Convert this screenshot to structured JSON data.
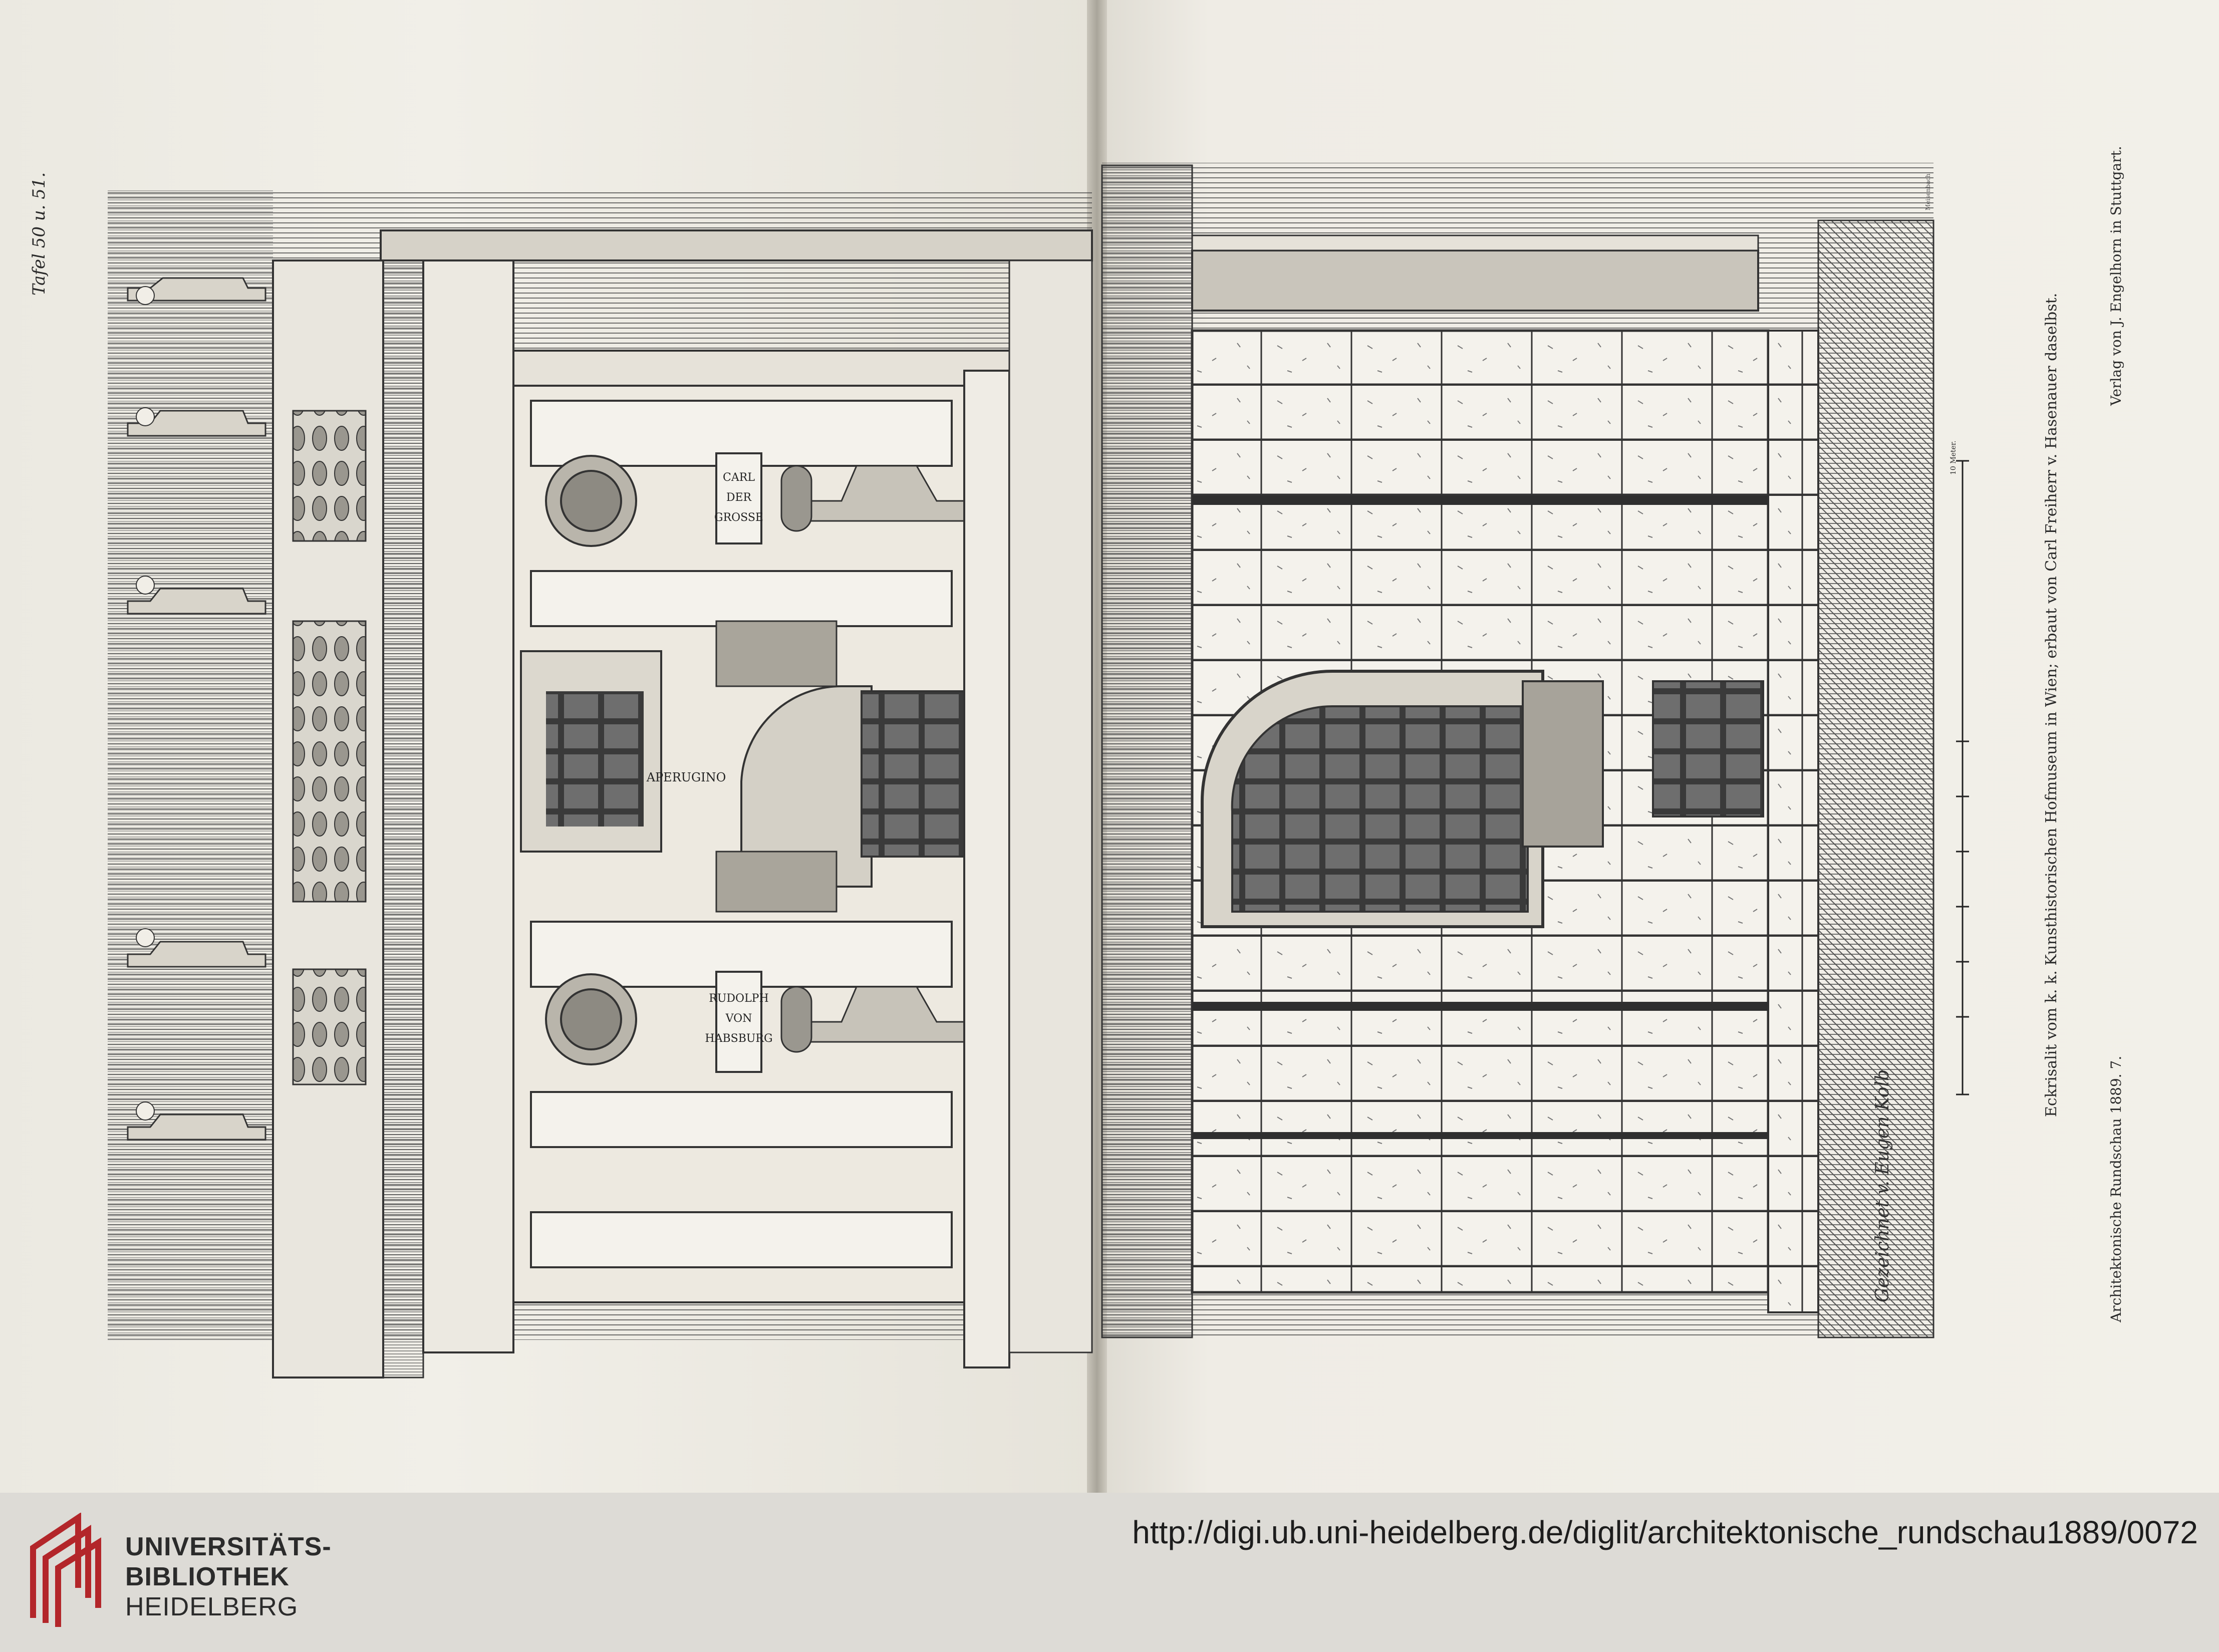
{
  "plate": {
    "tafel": "Tafel 50 u. 51.",
    "caption": "Eckrisalit vom k. k. Kunsthistorischen Hofmuseum in Wien; erbaut von Carl Freiherr v. Hasenauer daselbst.",
    "journal": "Architektonische Rundschau 1889. 7.",
    "publisher": "Verlag von J. Engelhorn in Stuttgart.",
    "scale_label": "10 Meter.",
    "signature": "Gezeichnet v. Eugen Kolb",
    "engraver": "Meisenbach",
    "inscriptions": {
      "upper": [
        "CARL",
        "DER",
        "GROSSE"
      ],
      "lower": [
        "RUDOLPH",
        "VON",
        "HABSBURG"
      ],
      "frieze": "APERUGINO"
    }
  },
  "footer": {
    "library_line1": "UNIVERSITÄTS-",
    "library_line2": "BIBLIOTHEK",
    "library_line3": "HEIDELBERG",
    "url": "http://digi.ub.uni-heidelberg.de/diglit/architektonische_rundschau1889/0072",
    "logo_color": "#b3262a"
  }
}
